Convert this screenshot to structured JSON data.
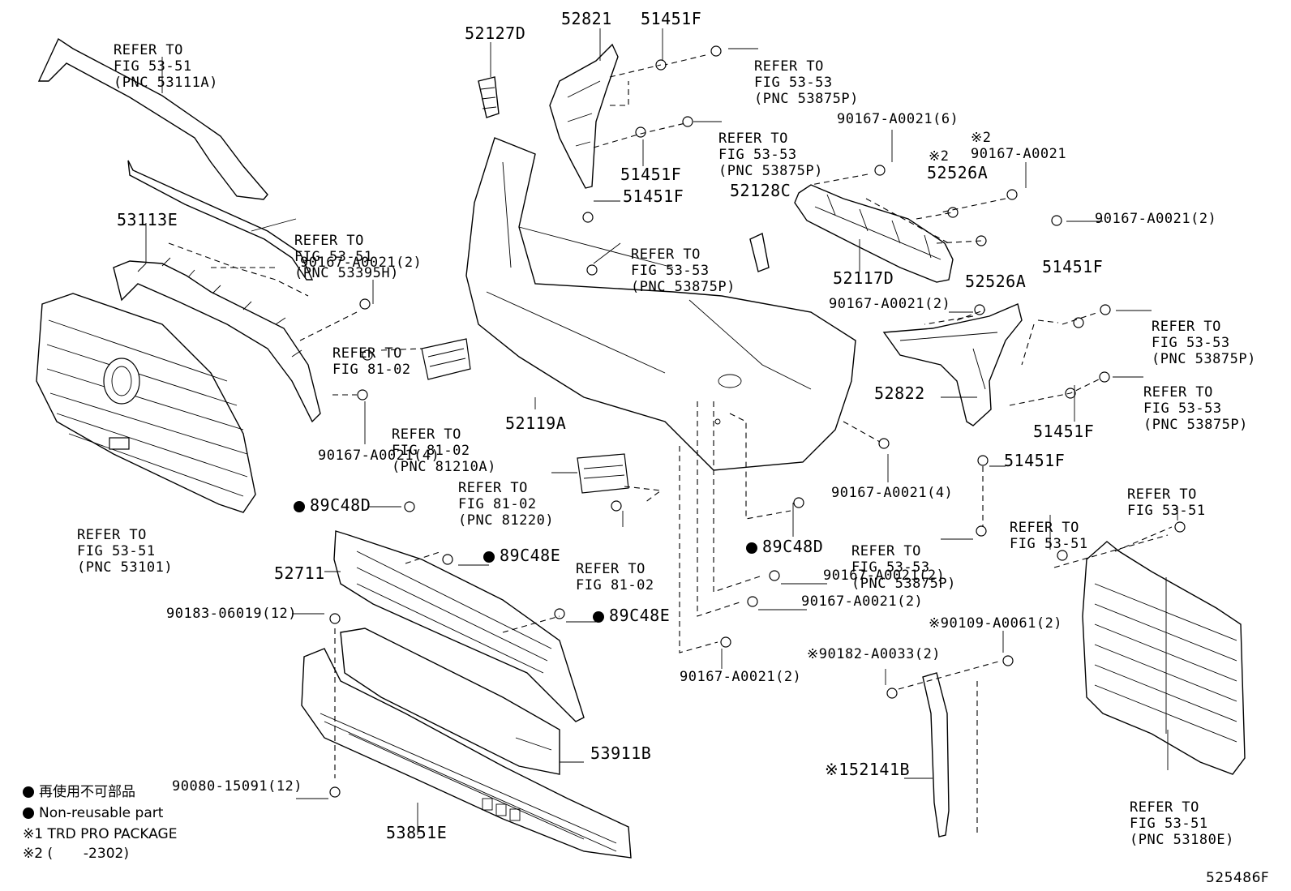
{
  "refs": {
    "top_left": [
      "REFER TO",
      "FIG 53-51",
      "(PNC 53111A)"
    ],
    "top_left_2": [
      "REFER TO",
      "FIG 53-51",
      "(PNC 53395H)"
    ],
    "grille": [
      "REFER TO",
      "FIG 53-51",
      "(PNC 53101)"
    ],
    "sensor_a": [
      "REFER TO",
      "FIG 81-02",
      "(PNC 81210A)"
    ],
    "sensor_b": [
      "REFER TO",
      "FIG 81-02",
      "(PNC 81220)"
    ],
    "fig8102_a": [
      "REFER TO",
      "FIG 81-02"
    ],
    "fig8102_b": [
      "REFER TO",
      "FIG 81-02"
    ],
    "top_right_1": [
      "REFER TO",
      "FIG 53-53",
      "(PNC 53875P)"
    ],
    "top_right_2": [
      "REFER TO",
      "FIG 53-53",
      "(PNC 53875P)"
    ],
    "center_53": [
      "REFER TO",
      "FIG 53-53",
      "(PNC 53875P)"
    ],
    "right_1": [
      "REFER TO",
      "FIG 53-53",
      "(PNC 53875P)"
    ],
    "right_2": [
      "REFER TO",
      "FIG 53-53",
      "(PNC 53875P)"
    ],
    "right_lower": [
      "REFER TO",
      "FIG 53-53",
      "(PNC 53875P)"
    ],
    "fig5351_a": [
      "REFER TO",
      "FIG 53-51"
    ],
    "fig5351_b": [
      "REFER TO",
      "FIG 53-51"
    ],
    "shutter": [
      "REFER TO",
      "FIG 53-51",
      "(PNC 53180E)"
    ]
  },
  "parts": {
    "p52127D": "52127D",
    "p52821": "52821",
    "p51451F_top": "51451F",
    "p51451F_a": "51451F",
    "p51451F_b": "51451F",
    "p51451F_c": "51451F",
    "p51451F_d": "51451F",
    "p51451F_e": "51451F",
    "p53113E": "53113E",
    "p52128C": "52128C",
    "p52117D": "52117D",
    "p52526A_top": "52526A",
    "p52526A_bot": "52526A",
    "p52822": "52822",
    "p52119A": "52119A",
    "p52711": "52711",
    "p53911B": "53911B",
    "p53851E": "53851E",
    "p52141B": "52141B",
    "p89C48D_a": "89C48D",
    "p89C48D_b": "89C48D",
    "p89C48E_a": "89C48E",
    "p89C48E_b": "89C48E",
    "b90167_6": "90167-A0021(6)",
    "b90167_2_tr": "90167-A0021",
    "b90167_2_r": "90167-A0021(2)",
    "b90167_2_l": "90167-A0021(2)",
    "b90167_4_l": "90167-A0021(4)",
    "b90167_2_c": "90167-A0021(2)",
    "b90167_4_c": "90167-A0021(4)",
    "b90167_2_m1": "90167-A0021(2)",
    "b90167_2_m2": "90167-A0021(2)",
    "b90167_2_m3": "90167-A0021(2)",
    "b90183": "90183-06019(12)",
    "b90080": "90080-15091(12)",
    "b90109": "90109-A0061(2)",
    "b90182": "90182-A0033(2)"
  },
  "marks": {
    "star1": "※1",
    "star2": "※2",
    "star": "※"
  },
  "legend": {
    "jp": "再使用不可部品",
    "en": "Non-reusable part",
    "note1": "※1 TRD PRO PACKAGE",
    "note2": "※2 (       -2302)"
  },
  "diagram_id": "525486F"
}
